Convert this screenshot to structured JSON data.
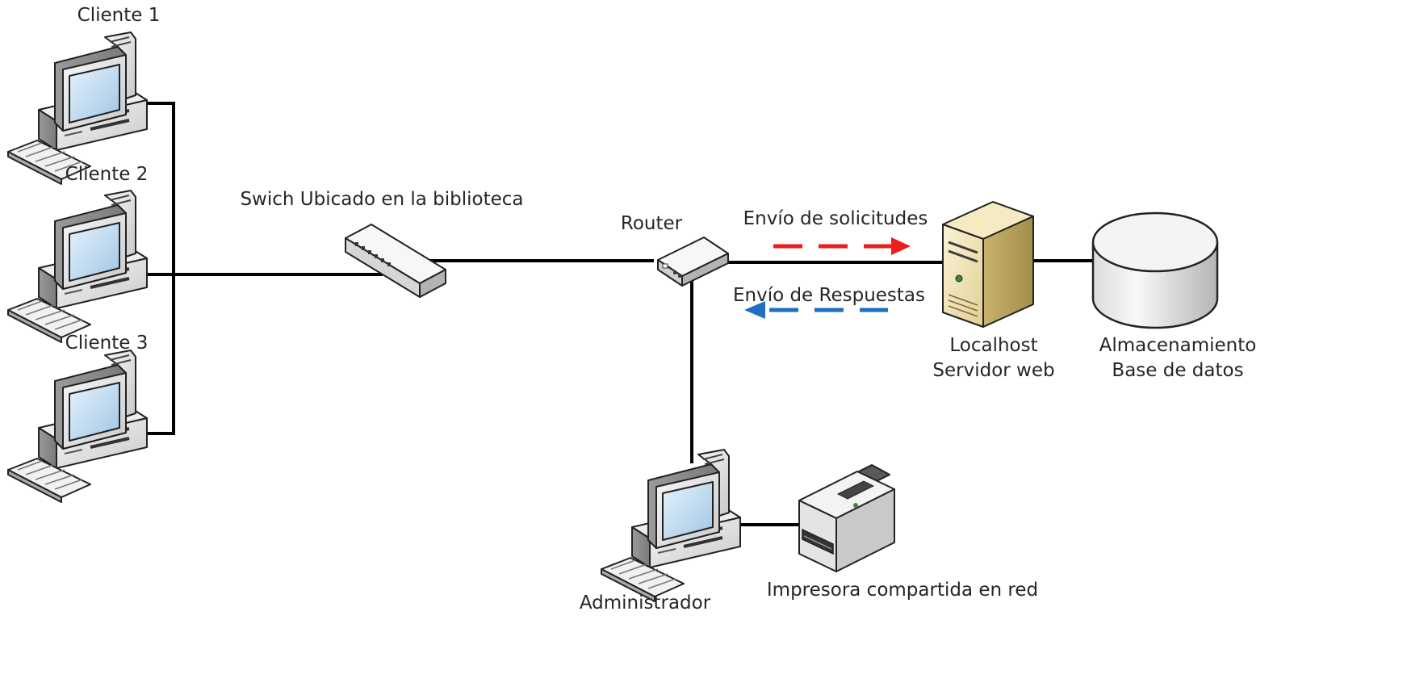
{
  "labels": {
    "client1": "Cliente 1",
    "client2": "Cliente 2",
    "client3": "Cliente 3",
    "switch": "Swich Ubicado en la biblioteca",
    "router": "Router",
    "requests": "Envío de solicitudes",
    "responses": "Envío de Respuestas",
    "server_line1": "Localhost",
    "server_line2": "Servidor web",
    "storage_line1": "Almacenamiento",
    "storage_line2": "Base de datos",
    "admin": "Administrador",
    "printer": "Impresora compartida en red"
  },
  "colors": {
    "requests_arrow": "#ee1c1c",
    "responses_arrow": "#1f6fc0",
    "link": "#000000"
  },
  "icons": {
    "client1": "desktop-computer-icon",
    "client2": "desktop-computer-icon",
    "client3": "desktop-computer-icon",
    "switch": "network-switch-icon",
    "router": "router-icon",
    "server": "server-tower-icon",
    "storage": "database-cylinder-icon",
    "admin": "desktop-computer-icon",
    "printer": "printer-icon"
  }
}
